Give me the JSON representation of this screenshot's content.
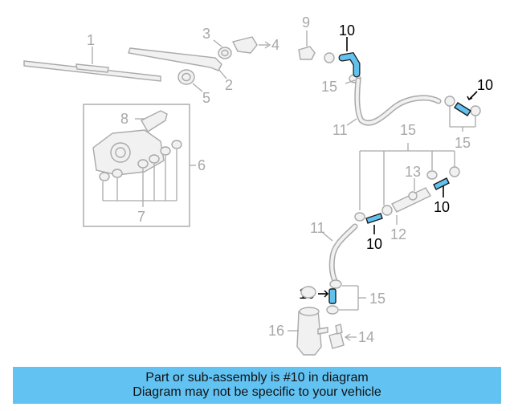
{
  "callouts": {
    "c1": "1",
    "c2": "2",
    "c3": "3",
    "c4": "4",
    "c5": "5",
    "c6": "6",
    "c7": "7",
    "c8": "8",
    "c9": "9",
    "c10a": "10",
    "c10b": "10",
    "c10c": "10",
    "c10d": "10",
    "c10e": "10",
    "c11a": "11",
    "c11b": "11",
    "c12": "12",
    "c13": "13",
    "c14": "14",
    "c15a": "15",
    "c15b": "15",
    "c15c": "15",
    "c15d": "15",
    "c16": "16"
  },
  "colors": {
    "highlight": "#63c1ee",
    "caption_bg": "#62c2f2",
    "part_gray": "#a9a9a9"
  },
  "caption": {
    "line1": "Part or sub-assembly is #10 in diagram",
    "line2": "Diagram may not be specific to your vehicle"
  }
}
